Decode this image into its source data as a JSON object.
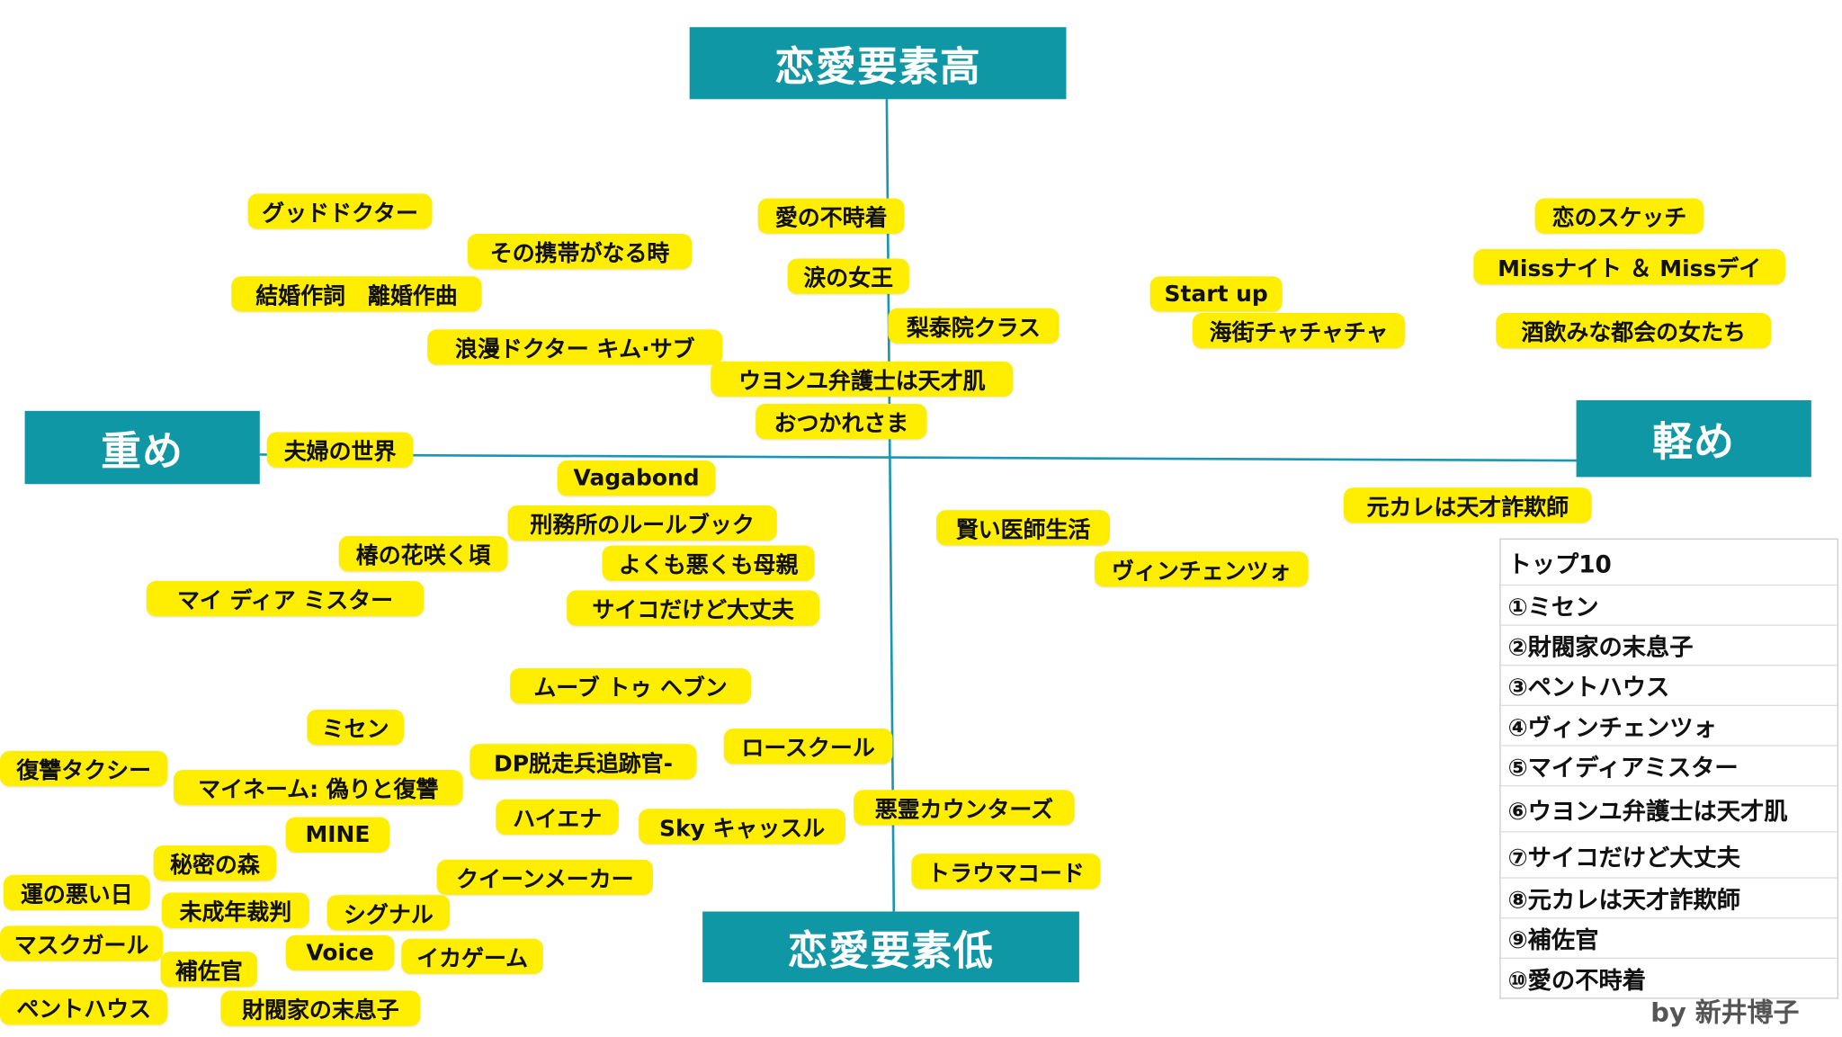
{
  "axes": {
    "top": "恋愛要素高",
    "bottom": "恋愛要素低",
    "left": "重め",
    "right": "軽め"
  },
  "titles": [
    "グッドドクター",
    "その携帯がなる時",
    "結婚作詞　離婚作曲",
    "浪漫ドクター キム·サブ",
    "愛の不時着",
    "涙の女王",
    "梨泰院クラス",
    "ウヨンユ弁護士は天才肌",
    "おつかれさま",
    "夫婦の世界",
    "Vagabond",
    "刑務所のルールブック",
    "椿の花咲く頃",
    "よくも悪くも母親",
    "マイ ディア ミスター",
    "サイコだけど大丈夫",
    "ムーブ トゥ ヘブン",
    "ミセン",
    "ロースクール",
    "DP脱走兵追跡官-",
    "復讐タクシー",
    "マイネーム: 偽りと復讐",
    "悪霊カウンターズ",
    "ハイエナ",
    "Sky キャッスル",
    "MINE",
    "秘密の森",
    "トラウマコード",
    "クイーンメーカー",
    "運の悪い日",
    "未成年裁判",
    "シグナル",
    "マスクガール",
    "Voice",
    "イカゲーム",
    "補佐官",
    "ペントハウス",
    "財閥家の末息子",
    "賢い医師生活",
    "ヴィンチェンツォ",
    "Start up",
    "海街チャチャチャ",
    "恋のスケッチ",
    "Missナイト ＆ Missデイ",
    "酒飲みな都会の女たち",
    "元カレは天才詐欺師"
  ],
  "top10": {
    "header": "トップ10",
    "items": [
      "①ミセン",
      "②財閥家の末息子",
      "③ペントハウス",
      "④ヴィンチェンツォ",
      "⑤マイディアミスター",
      "⑥ウヨンユ弁護士は天才肌",
      "⑦サイコだけど大丈夫",
      "⑧元カレは天才詐欺師",
      "⑨補佐官",
      "⑩愛の不時着"
    ]
  },
  "credit": "by 新井博子",
  "colors": {
    "teal": "#0f97a6",
    "chip": "#ffee00",
    "axis": "#1a96b4"
  }
}
